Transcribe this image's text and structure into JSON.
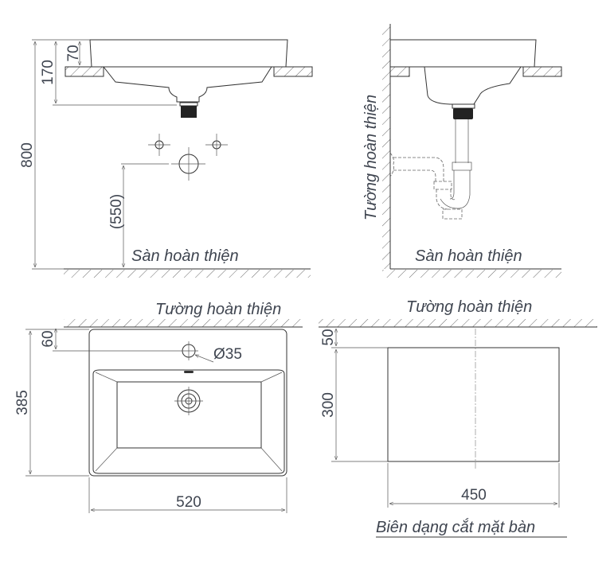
{
  "labels": {
    "finished_floor": "Sàn hoàn thiện",
    "finished_wall": "Tường hoàn thiện",
    "cutout_profile": "Biên dạng cắt mặt bàn"
  },
  "dimensions": {
    "total_height": "800",
    "basin_depth": "170",
    "rim_height": "70",
    "drain_height": "(550)",
    "depth_385": "385",
    "tap_offset": "60",
    "tap_hole": "Ø35",
    "width_520": "520",
    "cutout_offset": "50",
    "cutout_depth": "300",
    "cutout_width": "450"
  },
  "colors": {
    "line": "#333333",
    "text": "#3f4550"
  }
}
